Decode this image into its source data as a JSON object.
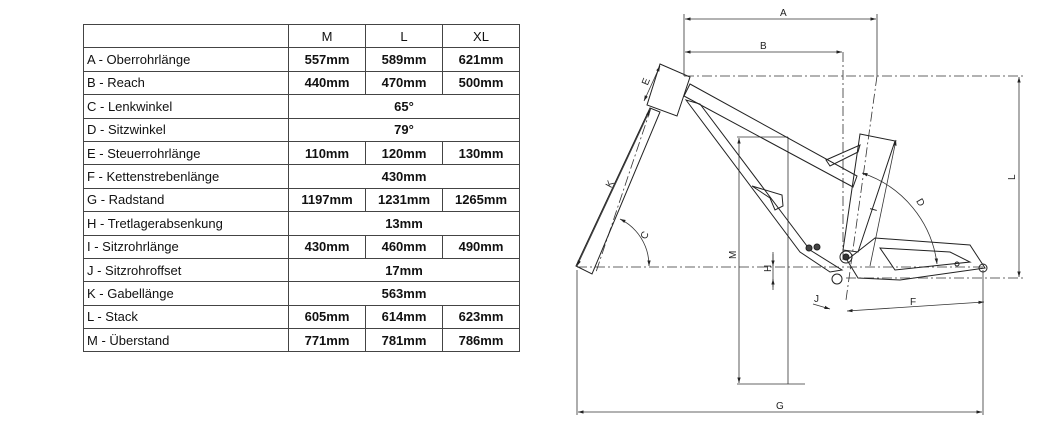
{
  "table": {
    "headers": [
      "",
      "M",
      "L",
      "XL"
    ],
    "rows": [
      {
        "label": "A - Oberrohrlänge",
        "values": [
          "557mm",
          "589mm",
          "621mm"
        ]
      },
      {
        "label": "B - Reach",
        "values": [
          "440mm",
          "470mm",
          "500mm"
        ]
      },
      {
        "label": "C - Lenkwinkel",
        "values": [
          "65°"
        ]
      },
      {
        "label": "D - Sitzwinkel",
        "values": [
          "79°"
        ]
      },
      {
        "label": "E - Steuerrohrlänge",
        "values": [
          "110mm",
          "120mm",
          "130mm"
        ]
      },
      {
        "label": "F - Kettenstrebenlänge",
        "values": [
          "430mm"
        ]
      },
      {
        "label": "G - Radstand",
        "values": [
          "1197mm",
          "1231mm",
          "1265mm"
        ]
      },
      {
        "label": "H - Tretlagerabsenkung",
        "values": [
          "13mm"
        ]
      },
      {
        "label": "I - Sitzrohrlänge",
        "values": [
          "430mm",
          "460mm",
          "490mm"
        ]
      },
      {
        "label": "J - Sitzrohroffset",
        "values": [
          "17mm"
        ]
      },
      {
        "label": "K - Gabellänge",
        "values": [
          "563mm"
        ]
      },
      {
        "label": "L - Stack",
        "values": [
          "605mm",
          "614mm",
          "623mm"
        ]
      },
      {
        "label": "M - Überstand",
        "values": [
          "771mm",
          "781mm",
          "786mm"
        ]
      }
    ]
  },
  "diagram": {
    "labels": {
      "A": "A",
      "B": "B",
      "C": "C",
      "D": "D",
      "E": "E",
      "F": "F",
      "G": "G",
      "H": "H",
      "I": "I",
      "J": "J",
      "K": "K",
      "L": "L",
      "M": "M"
    }
  }
}
